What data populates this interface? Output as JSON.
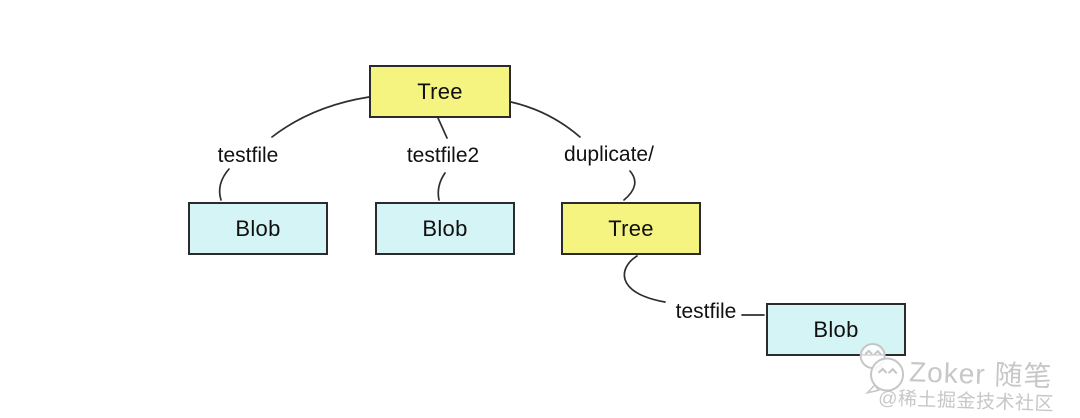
{
  "diagram": {
    "nodes": [
      {
        "id": "tree-root",
        "label": "Tree",
        "type": "tree"
      },
      {
        "id": "blob-1",
        "label": "Blob",
        "type": "blob"
      },
      {
        "id": "blob-2",
        "label": "Blob",
        "type": "blob"
      },
      {
        "id": "tree-duplicate",
        "label": "Tree",
        "type": "tree"
      },
      {
        "id": "blob-3",
        "label": "Blob",
        "type": "blob"
      }
    ],
    "edge_labels": [
      {
        "text": "testfile"
      },
      {
        "text": "testfile2"
      },
      {
        "text": "duplicate/"
      },
      {
        "text": "testfile"
      }
    ],
    "colors": {
      "tree_fill": "#f6f480",
      "blob_fill": "#d4f4f6",
      "edge_stroke": "#2e2e2e",
      "text": "#101010",
      "background": "#ffffff"
    }
  },
  "watermark": {
    "name": "Zoker 随笔",
    "community": "@稀土掘金技术社区",
    "icon": "wechat-icon",
    "color": "#c7c7c7"
  }
}
